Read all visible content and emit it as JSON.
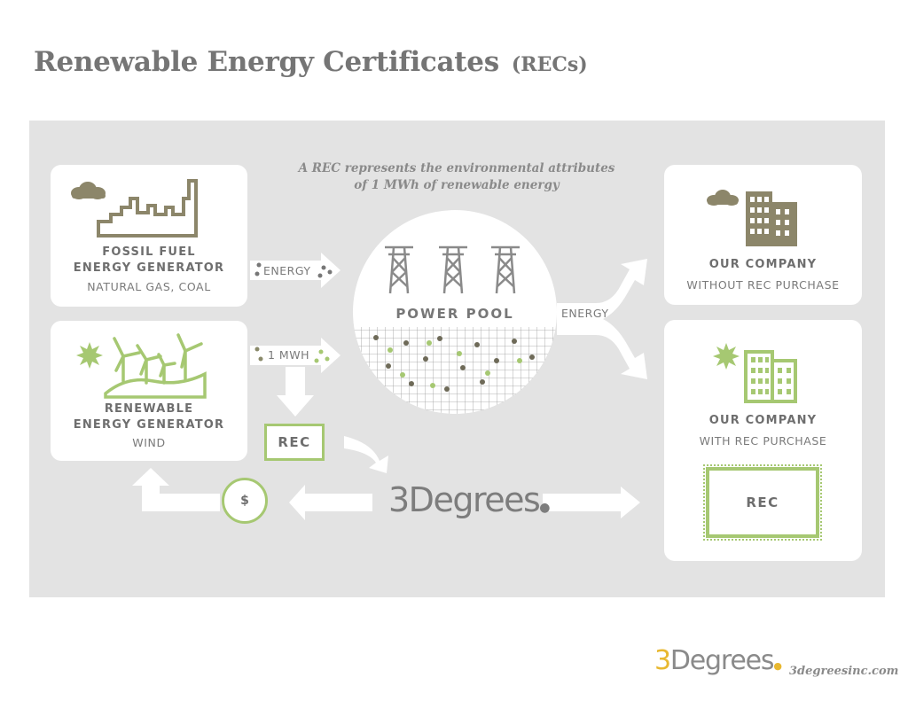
{
  "header": {
    "title": "Renewable Energy Certificates",
    "title_suffix": "(RECs)"
  },
  "caption": {
    "line1": "A REC represents the environmental attributes",
    "line2": "of 1 MWh of renewable energy"
  },
  "fossil": {
    "title1": "FOSSIL FUEL",
    "title2": "ENERGY GENERATOR",
    "subtitle": "NATURAL GAS, COAL"
  },
  "renewable": {
    "title1": "RENEWABLE",
    "title2": "ENERGY GENERATOR",
    "subtitle": "WIND"
  },
  "arrows": {
    "energy_in": "ENERGY",
    "mwh_in": "1 MWH",
    "energy_out": "ENERGY"
  },
  "pool": {
    "label": "POWER POOL"
  },
  "company_without": {
    "title": "OUR COMPANY",
    "subtitle": "WITHOUT REC PURCHASE"
  },
  "company_with": {
    "title": "OUR COMPANY",
    "subtitle": "WITH REC PURCHASE"
  },
  "rec": {
    "small_label": "REC",
    "big_label": "REC"
  },
  "payment": {
    "symbol": "$"
  },
  "brand": {
    "name": "3Degrees",
    "footer_3": "3",
    "footer_rest": "Degrees",
    "url": "3degreesinc.com"
  },
  "colors": {
    "olive": "#8c866a",
    "green": "#a6c872",
    "gray_text": "#6e6e6e",
    "panel": "#e3e3e3",
    "brand_yellow": "#e8b830"
  },
  "icons": [
    "cloud-icon",
    "factory-icon",
    "sun-burst-icon",
    "wind-turbines-icon",
    "building-icon",
    "transmission-tower-icon"
  ]
}
